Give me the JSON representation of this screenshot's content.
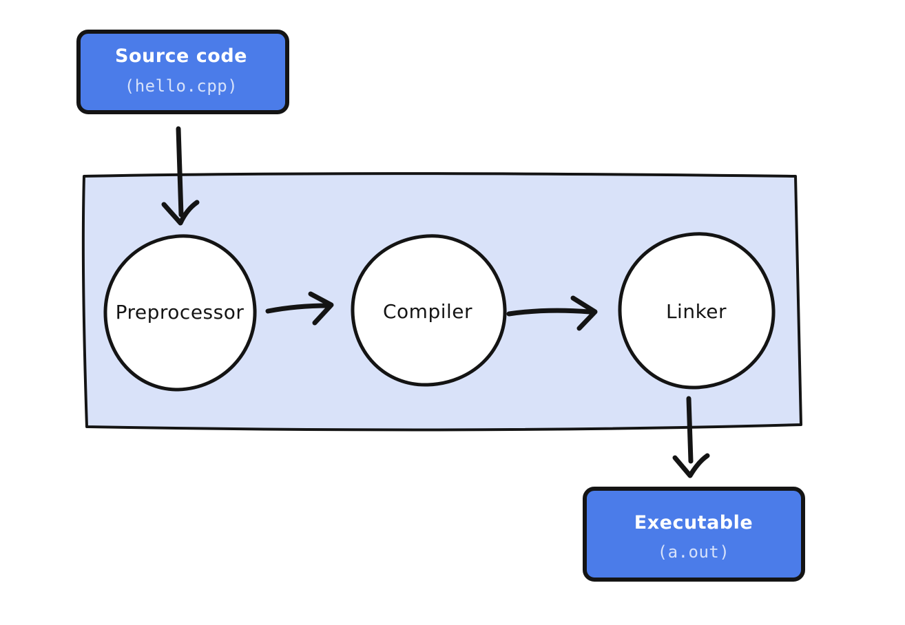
{
  "diagram": {
    "kind": "flowchart",
    "description": "C++ compilation pipeline",
    "source_box": {
      "label": "Source code",
      "sublabel": "(hello.cpp)"
    },
    "pipeline": {
      "stages": [
        {
          "label": "Preprocessor"
        },
        {
          "label": "Compiler"
        },
        {
          "label": "Linker"
        }
      ]
    },
    "executable_box": {
      "label": "Executable",
      "sublabel": "(a.out)"
    },
    "flow_order": [
      "Source code",
      "Preprocessor",
      "Compiler",
      "Linker",
      "Executable"
    ],
    "colors": {
      "box_fill": "#4b7ce9",
      "box_stroke": "#141414",
      "box_label_text": "#ffffff",
      "box_code_text": "#d7e2fa",
      "container_fill": "#d9e2f9",
      "container_stroke": "#141414",
      "node_fill": "#ffffff",
      "node_stroke": "#141414",
      "node_text": "#141414",
      "arrow_stroke": "#141414",
      "background": "#ffffff"
    }
  }
}
